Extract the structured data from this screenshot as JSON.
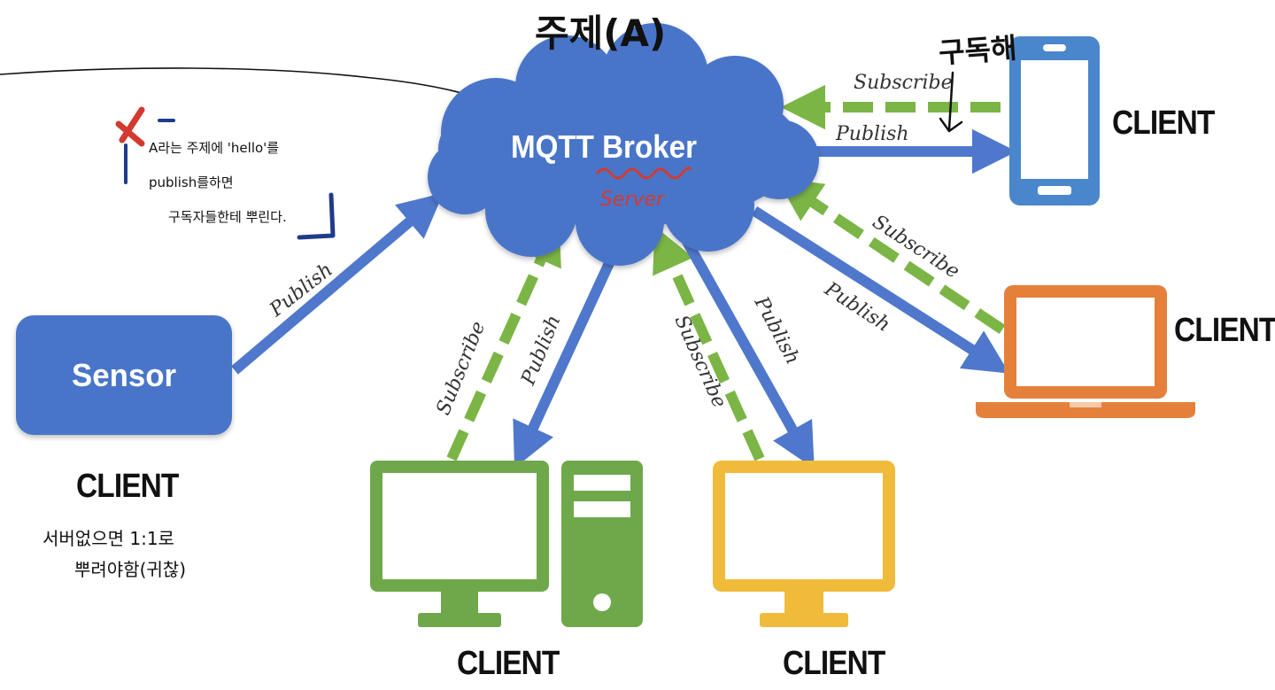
{
  "colors": {
    "broker_blue": "#4a74c9",
    "arrow_blue": "#4f78cc",
    "subscribe_green": "#7bb546",
    "phone_blue": "#4a86cc",
    "laptop_orange": "#e5803a",
    "desktop_green": "#6fa84a",
    "monitor_yellow": "#f0bb3a",
    "marker_red": "#d23a30",
    "marker_navy": "#1f3c8a"
  },
  "broker": {
    "label": "MQTT Broker",
    "note": "Server"
  },
  "topic_note": "주제(A)",
  "sensor": {
    "label": "Sensor",
    "client_label": "CLIENT"
  },
  "edges": {
    "sensor_publish": "Publish",
    "phone_subscribe": "Subscribe",
    "phone_publish": "Publish",
    "laptop_subscribe": "Subscribe",
    "laptop_publish": "Publish",
    "desktop_subscribe": "Subscribe",
    "desktop_publish": "Publish",
    "monitor_subscribe": "Subscribe",
    "monitor_publish": "Publish"
  },
  "clients": {
    "phone": "CLIENT",
    "laptop": "CLIENT",
    "desktop": "CLIENT",
    "monitor": "CLIENT"
  },
  "annotations": {
    "phone_subscribe_note": "구독해",
    "publish_note_lines": [
      "A라는 주제에 'hello'를",
      "publish를하면",
      "구독자들한테 뿌린다."
    ],
    "sensor_note_lines": [
      "서버없으면 1:1로",
      "뿌려야함(귀찮)"
    ]
  }
}
